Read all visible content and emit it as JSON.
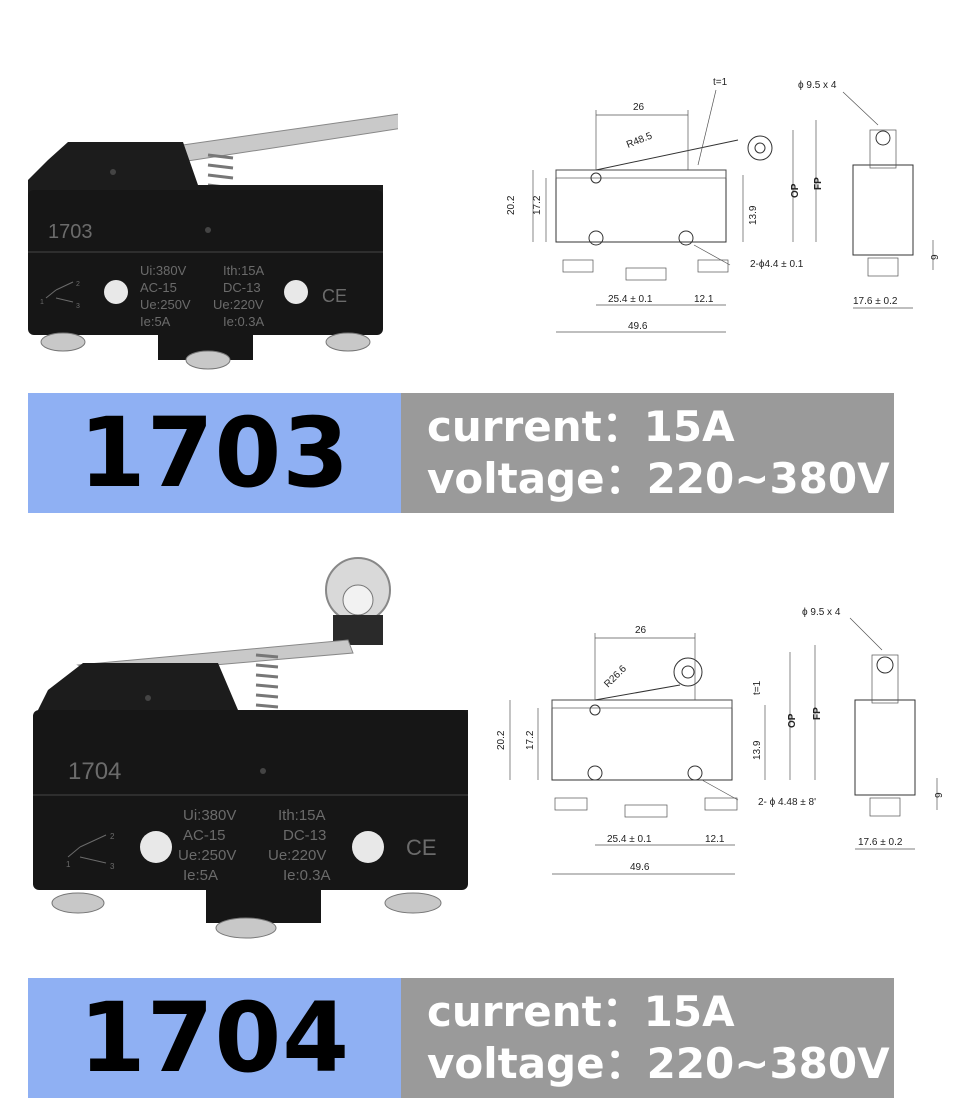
{
  "products": [
    {
      "model": "1703",
      "current_line": "current：15A",
      "voltage_line": "voltage：220~380V",
      "switch_body": {
        "model_print": "1703",
        "rating_left": [
          "Ui:380V",
          "AC-15",
          "Ue:250V",
          "Ie:5A"
        ],
        "rating_right": [
          "Ith:15A",
          "DC-13",
          "Ue:220V",
          "Ie:0.3A"
        ],
        "ce_mark": "CE",
        "terminal_labels": [
          "2",
          "1",
          "3"
        ]
      },
      "drawing": {
        "lever_thickness": "t=1",
        "radius": "R48.5",
        "dim_26": "26",
        "dim_20_2": "20.2",
        "dim_17_2": "17.2",
        "dim_13_9": "13.9",
        "op": "OP",
        "fp": "FP",
        "hole_spec": "2-ϕ4.4 ± 0.1",
        "dim_25_4": "25.4 ± 0.1",
        "dim_12_1": "12.1",
        "dim_49_6": "49.6",
        "roller_spec": "ϕ 9.5 x 4",
        "dim_9": "9",
        "dim_17_6": "17.6 ± 0.2"
      }
    },
    {
      "model": "1704",
      "current_line": "current：15A",
      "voltage_line": "voltage：220~380V",
      "switch_body": {
        "model_print": "1704",
        "rating_left": [
          "Ui:380V",
          "AC-15",
          "Ue:250V",
          "Ie:5A"
        ],
        "rating_right": [
          "Ith:15A",
          "DC-13",
          "Ue:220V",
          "Ie:0.3A"
        ],
        "ce_mark": "CE",
        "terminal_labels": [
          "2",
          "1",
          "3"
        ]
      },
      "drawing": {
        "lever_thickness": "t=1",
        "radius": "R26.6",
        "dim_26": "26",
        "dim_20_2": "20.2",
        "dim_17_2": "17.2",
        "dim_13_9": "13.9",
        "op": "OP",
        "fp": "FP",
        "hole_spec": "2- ϕ 4.48 ± 8'",
        "dim_25_4": "25.4 ± 0.1",
        "dim_12_1": "12.1",
        "dim_49_6": "49.6",
        "roller_spec": "ϕ 9.5 x 4",
        "dim_9": "9",
        "dim_17_6": "17.6 ± 0.2"
      }
    }
  ]
}
